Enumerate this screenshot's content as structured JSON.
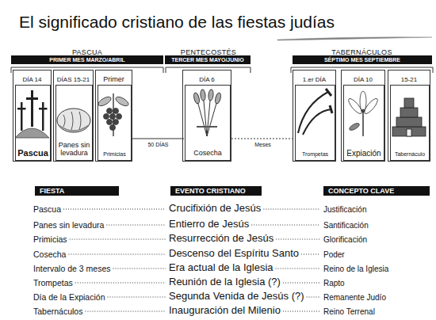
{
  "diagram": {
    "title": "El significado cristiano de las fiestas judías",
    "nodes": [
      {
        "text": [
          "PASCUA"
        ]
      },
      {
        "text": [
          "PRIMER MES MARZO/ABRIL"
        ],
        "in": 0
      },
      {
        "text": [
          "DÍA 14"
        ],
        "in": 0
      },
      {
        "text": [
          "Pascua"
        ],
        "in": 2
      },
      {
        "text": [
          "DÍAS 15-21"
        ],
        "in": 0
      },
      {
        "text": [
          "Panes sin levadura"
        ],
        "in": 4
      },
      {
        "text": [
          "Primer"
        ],
        "in": 0
      },
      {
        "text": [
          "Primicias"
        ],
        "in": 6
      },
      {
        "text": [
          "PENTECOSTÉS"
        ]
      },
      {
        "text": [
          "TERCER MES MAYO/JUNIO"
        ],
        "in": 8
      },
      {
        "text": [
          "DÍA 6"
        ],
        "in": 8
      },
      {
        "text": [
          "Cosecha"
        ],
        "in": 10
      },
      {
        "text": [
          "TABERNÁCULOS"
        ]
      },
      {
        "text": [
          "SÉPTIMO MES SEPTIEMBRE"
        ],
        "in": 12
      },
      {
        "text": [
          "1.er DÍA"
        ],
        "in": 12
      },
      {
        "text": [
          "Trompetas"
        ],
        "in": 14
      },
      {
        "text": [
          "DÍA 10"
        ],
        "in": 12
      },
      {
        "text": [
          "Expiación"
        ],
        "in": 16
      },
      {
        "text": [
          "15-21"
        ],
        "in": 12
      },
      {
        "text": [
          "Tabernáculo"
        ],
        "in": 18
      },
      {
        "text": [
          "FIESTA"
        ]
      },
      {
        "text": [
          "EVENTO CRISTIANO"
        ]
      },
      {
        "text": [
          "CONCEPTO CLAVE"
        ]
      }
    ],
    "edges": [
      {
        "from": 7,
        "to": 11,
        "arrow": "none",
        "label": "50 DÍAS"
      },
      {
        "from": 11,
        "to": 15,
        "arrow": "none",
        "label": "Meses"
      }
    ],
    "labels": [
      "Pascua",
      "Crucifixión de Jesús",
      "Justificación",
      "Panes sin levadura",
      "Entierro de Jesús",
      "Santificación",
      "Primicias",
      "Resurrección de Jesús",
      "Glorificación",
      "Cosecha",
      "Descenso del Espíritu Santo",
      "Poder",
      "Intervalo de 3 meses",
      "Era actual de la Iglesia",
      "Reino de la Iglesia",
      "Trompetas",
      "Reunión de la Iglesia (?)",
      "Rapto",
      "Día de la Expiación",
      "Segunda Venida de Jesús (?)",
      "Remanente Judío",
      "Tabernáculos",
      "Inauguración del Milenio",
      "Reino Terrenal"
    ]
  }
}
